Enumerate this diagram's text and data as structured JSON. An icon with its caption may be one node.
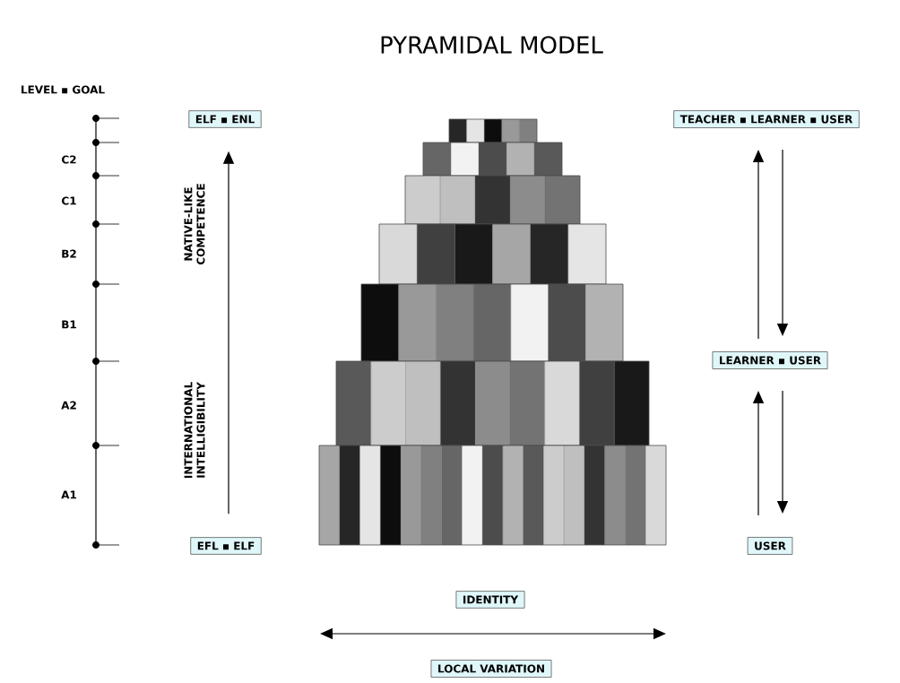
{
  "diagram": {
    "title": "PYRAMIDAL MODEL",
    "nodes": [
      {
        "text": [
          "ELF ▪ ENL"
        ]
      },
      {
        "text": [
          "EFL ▪ ELF"
        ]
      },
      {
        "text": [
          "TEACHER ▪ LEARNER ▪ USER"
        ]
      },
      {
        "text": [
          "LEARNER ▪ USER"
        ]
      },
      {
        "text": [
          "USER"
        ]
      },
      {
        "text": [
          "IDENTITY"
        ]
      },
      {
        "text": [
          "LOCAL VARIATION"
        ]
      }
    ],
    "edges": [
      {
        "from": 1,
        "to": 0,
        "arrow": "to"
      },
      {
        "from": 3,
        "to": 2,
        "arrow": "to"
      },
      {
        "from": 2,
        "to": 3,
        "arrow": "to"
      },
      {
        "from": 4,
        "to": 3,
        "arrow": "to"
      },
      {
        "from": 3,
        "to": 4,
        "arrow": "to"
      }
    ],
    "labels": [
      "LEVEL ▪ GOAL",
      "C2",
      "C1",
      "B2",
      "B1",
      "A2",
      "A1",
      "NATIVE-LIKE COMPETENCE",
      "INTERNATIONAL INTELLIGIBILITY"
    ]
  }
}
